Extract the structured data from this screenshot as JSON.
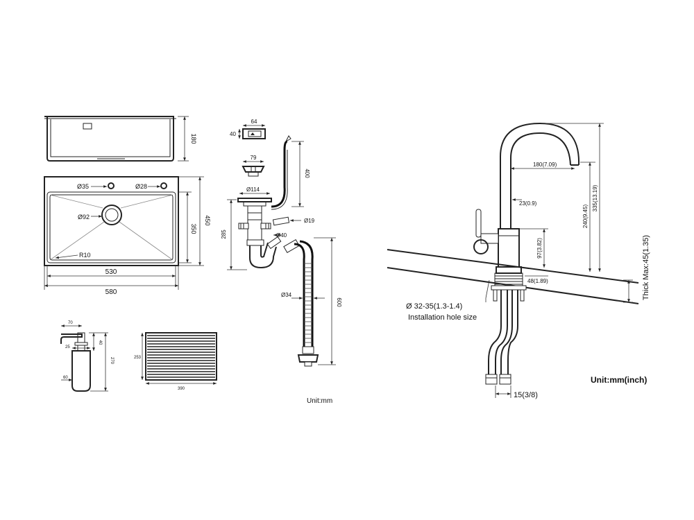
{
  "sink": {
    "d_hole_large": "Ø35",
    "d_hole_small": "Ø28",
    "d_drain": "Ø92",
    "radius": "R10",
    "depth": "180",
    "inner_width": "530",
    "outer_width": "580",
    "inner_height": "350",
    "outer_height": "450"
  },
  "drain_kit": {
    "overflow_w": "64",
    "overflow_h": "40",
    "strainer_d": "79",
    "hose_len": "400",
    "basket_d": "Ø114",
    "pipe_d": "Ø19",
    "trap_h": "285",
    "elbow_d": "Ø40",
    "waste_d": "Ø34",
    "waste_len": "600"
  },
  "dispenser": {
    "top_w": "70",
    "h_40": "40",
    "w_25": "25",
    "total_h": "270",
    "bottle_w": "60"
  },
  "roll_mat": {
    "h": "253",
    "w": "390"
  },
  "unit_left": "Unit:mm",
  "faucet": {
    "reach": "180(7.09)",
    "neck_d": "23(0.9)",
    "spout_h": "240(9.45)",
    "total_h": "335(13.19)",
    "handle_h": "97(3.82)",
    "base_d": "48(1.89)",
    "hole_d": "Ø 32-35(1.3-1.4)",
    "hole_label": "Installation hole size",
    "thick_max": "Thick Max:45(1.35)",
    "hose_thread": "15(3/8)",
    "unit": "Unit:mm(inch)"
  }
}
